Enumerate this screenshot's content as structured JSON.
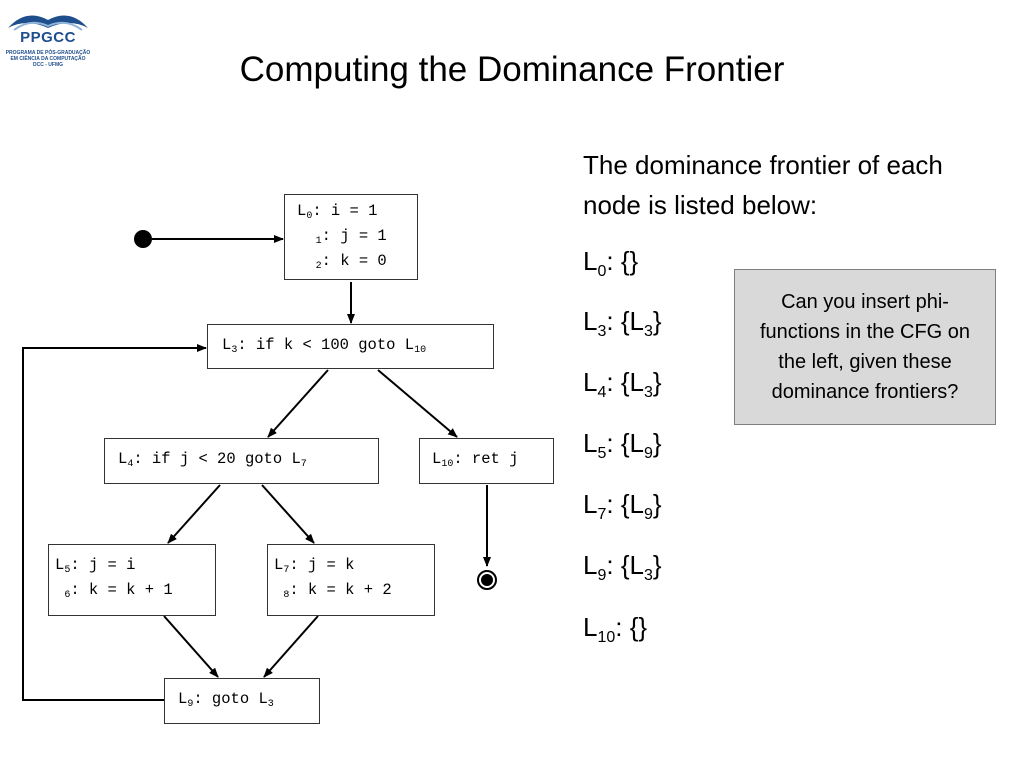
{
  "slide": {
    "title": "Computing the Dominance Frontier",
    "logo": {
      "name": "PPGCC",
      "line1": "PROGRAMA DE PÓS-GRADUAÇÃO",
      "line2": "EM CIÊNCIA DA COMPUTAÇÃO",
      "line3": "DCC - UFMG"
    },
    "intro": "The dominance frontier of each node is listed below:",
    "question": "Can you insert phi-functions in the CFG on the left, given these dominance frontiers?"
  },
  "frontiers": [
    {
      "label": "L",
      "index": "0",
      "value": ": {}"
    },
    {
      "label": "L",
      "index": "3",
      "value_pre": ":  {L",
      "value_index": "3",
      "value_post": "}"
    },
    {
      "label": "L",
      "index": "4",
      "value_pre": ": {L",
      "value_index": "3",
      "value_post": "}"
    },
    {
      "label": "L",
      "index": "5",
      "value_pre": ": {L",
      "value_index": "9",
      "value_post": "}"
    },
    {
      "label": "L",
      "index": "7",
      "value_pre": ": {L",
      "value_index": "9",
      "value_post": "}"
    },
    {
      "label": "L",
      "index": "9",
      "value_pre": ": {L",
      "value_index": "3",
      "value_post": "}"
    },
    {
      "label": "L",
      "index": "10",
      "value": ": {}"
    }
  ],
  "cfg": {
    "n0": {
      "l0": "L",
      "s0": "0",
      "t0": ": i = 1",
      "s1": "1",
      "t1": ": j = 1",
      "s2": "2",
      "t2": ": k = 0"
    },
    "n3": {
      "l": "L",
      "s": "3",
      "t": ": if k < 100 goto L",
      "s2": "10"
    },
    "n4": {
      "l": "L",
      "s": "4",
      "t": ": if j < 20 goto L",
      "s2": "7"
    },
    "n10": {
      "l": "L",
      "s": "10",
      "t": ": ret j"
    },
    "n5": {
      "l": "L",
      "s": "5",
      "t": ": j = i",
      "s1": "6",
      "t1": ": k = k + 1"
    },
    "n7": {
      "l": "L",
      "s": "7",
      "t": ": j = k",
      "s1": "8",
      "t1": ": k = k + 2"
    },
    "n9": {
      "l": "L",
      "s": "9",
      "t": ": goto L",
      "s2": "3"
    }
  }
}
